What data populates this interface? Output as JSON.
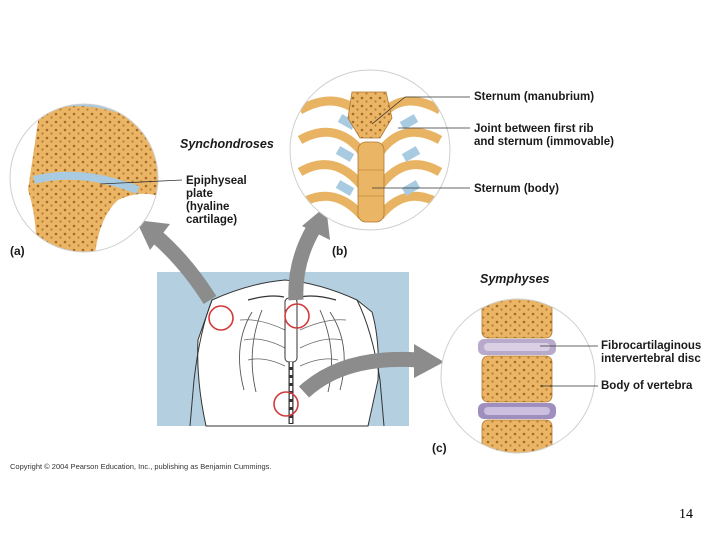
{
  "headings": {
    "synchondroses": "Synchondroses",
    "symphyses": "Symphyses"
  },
  "panels": {
    "a": "(a)",
    "b": "(b)",
    "c": "(c)"
  },
  "labels": {
    "epiphyseal": [
      "Epiphyseal",
      "plate",
      "(hyaline",
      "cartilage)"
    ],
    "manubrium": "Sternum (manubrium)",
    "first_rib_joint": [
      "Joint between first rib",
      "and sternum (immovable)"
    ],
    "sternum_body": "Sternum (body)",
    "fibrocartilaginous": [
      "Fibrocartilaginous",
      "intervertebral disc"
    ],
    "vertebra_body": "Body of vertebra"
  },
  "copyright": "Copyright © 2004 Pearson Education, Inc., publishing as Benjamin Cummings.",
  "page_number": "14",
  "colors": {
    "bone": "#e8b463",
    "bone_light": "#f6d99a",
    "cartilage": "#a9cbe2",
    "torso_bg": "#b4d0e0",
    "arrow": "#8c8c8c",
    "marker": "#d23a3a"
  }
}
